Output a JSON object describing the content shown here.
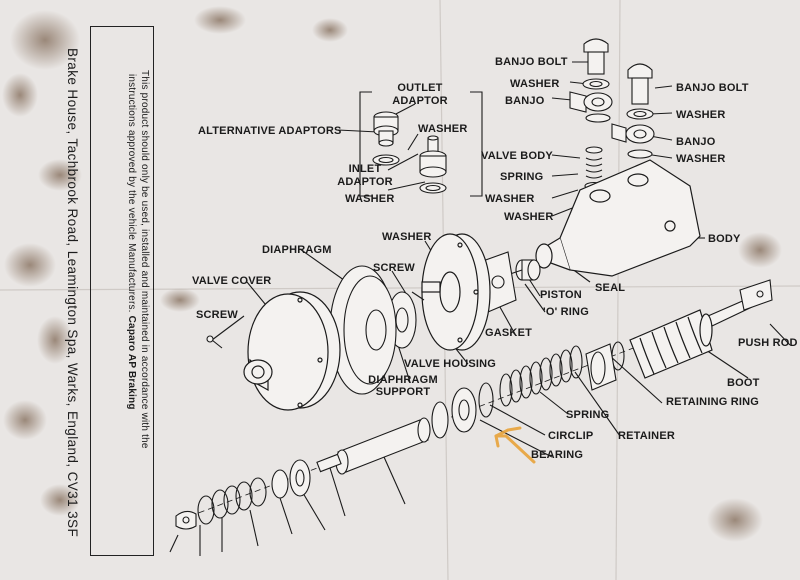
{
  "notice": {
    "line1": "This product should only be used, installed and maintained in accordance with the",
    "line2_prefix": "instructions approved by the vehicle Manufacturers. ",
    "line2_brand": "Caparo AP Braking"
  },
  "address": "Brake House, Tachbrook Road, Leamington Spa, Warks, England, CV31 3SF",
  "labels": {
    "outlet_adaptor_1": "OUTLET",
    "outlet_adaptor_2": "ADAPTOR",
    "alternative_adaptors": "ALTERNATIVE ADAPTORS",
    "washer_outlet": "WASHER",
    "inlet_adaptor_1": "INLET",
    "inlet_adaptor_2": "ADAPTOR",
    "washer_inlet": "WASHER",
    "banjo_bolt_top": "BANJO BOLT",
    "washer_top": "WASHER",
    "banjo_left": "BANJO",
    "banjo_bolt_right": "BANJO BOLT",
    "washer_right_1": "WASHER",
    "banjo_right": "BANJO",
    "washer_right_2": "WASHER",
    "valve_body": "VALVE BODY",
    "spring_upper": "SPRING",
    "washer_mid_1": "WASHER",
    "washer_mid_2": "WASHER",
    "body": "BODY",
    "washer_diaphragm": "WASHER",
    "diaphragm": "DIAPHRAGM",
    "screw_upper": "SCREW",
    "valve_cover": "VALVE COVER",
    "screw_left": "SCREW",
    "seal": "SEAL",
    "piston": "PISTON",
    "o_ring": "'O' RING",
    "gasket": "GASKET",
    "push_rod": "PUSH ROD",
    "valve_housing": "VALVE HOUSING",
    "diaphragm_support_1": "DIAPHRAGM",
    "diaphragm_support_2": "SUPPORT",
    "boot": "BOOT",
    "retaining_ring": "RETAINING RING",
    "spring_lower": "SPRING",
    "circlip": "CIRCLIP",
    "retainer": "RETAINER",
    "bearing": "BEARING"
  },
  "colors": {
    "paper": "#e9e6e4",
    "ink": "#1b1b1b",
    "stain": "#6a4a30",
    "arrow": "#e8a33a"
  }
}
